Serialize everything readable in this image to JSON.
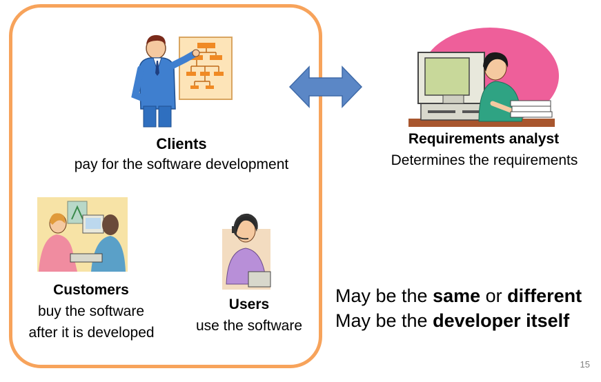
{
  "clients": {
    "title": "Clients",
    "description": "pay for the software development"
  },
  "customers": {
    "title": "Customers",
    "line1": "buy the software",
    "line2": "after it is developed"
  },
  "users": {
    "title": "Users",
    "description": "use the software"
  },
  "analyst": {
    "title": "Requirements analyst",
    "description": "Determines the requirements"
  },
  "note": {
    "line1_prefix": "May be the ",
    "line1_bold1": "same",
    "line1_mid": " or ",
    "line1_bold2": "different",
    "line2_prefix": "May be the ",
    "line2_bold": "developer itself"
  },
  "page_number": "15",
  "colors": {
    "group_border": "#f7a35b",
    "arrow": "#5b87c6",
    "analyst_backdrop": "#ee5f9a"
  }
}
